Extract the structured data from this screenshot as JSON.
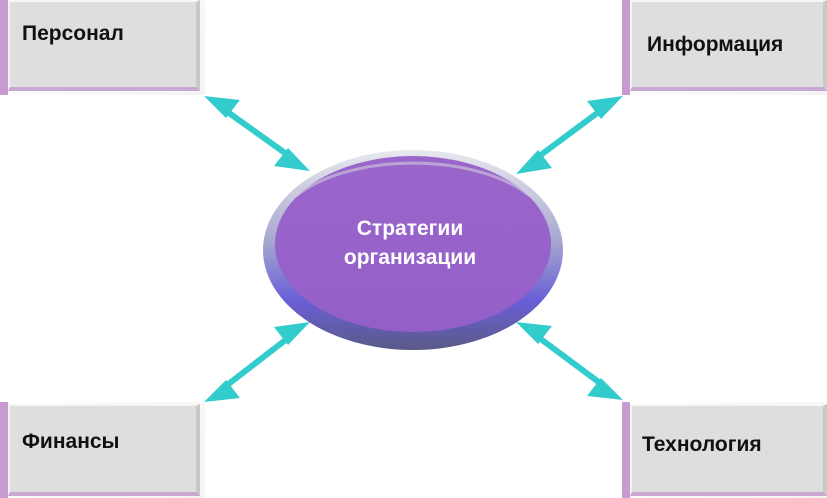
{
  "diagram": {
    "center": {
      "line1": "Стратегии",
      "line2": "организации"
    },
    "nodes": {
      "personnel": "Персонал",
      "information": "Информация",
      "finance": "Финансы",
      "technology": "Технология"
    },
    "colors": {
      "ellipse_fill": "#9966cc",
      "ellipse_rim": "#b9b9d6",
      "arrow": "#33cccc",
      "box_face": "#dedede",
      "box_accent": "#c79ad0"
    }
  }
}
